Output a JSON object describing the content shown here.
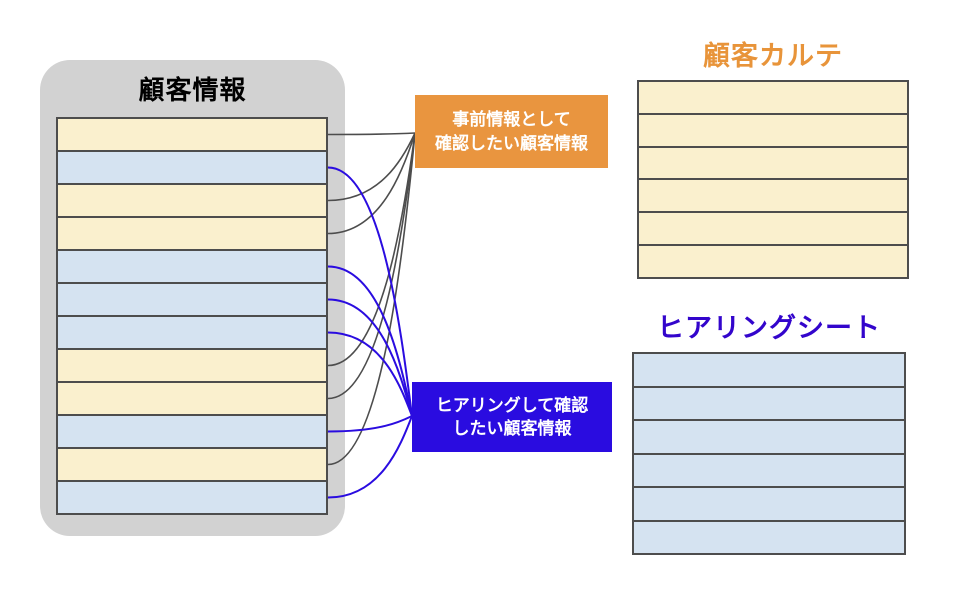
{
  "source_panel": {
    "title": "顧客情報",
    "rows": [
      "yellow",
      "blue",
      "yellow",
      "yellow",
      "blue",
      "blue",
      "blue",
      "yellow",
      "yellow",
      "blue",
      "yellow",
      "blue"
    ]
  },
  "flow_labels": {
    "prior_info": {
      "line1": "事前情報として",
      "line2": "確認したい顧客情報",
      "bg_color": "#e9953f"
    },
    "hearing_info": {
      "line1": "ヒアリングして確認",
      "line2": "したい顧客情報",
      "bg_color": "#2a0ce0"
    }
  },
  "outputs": {
    "karte": {
      "title": "顧客カルテ",
      "row_count": 6,
      "row_color": "#faf0ce",
      "title_color": "#e8943a"
    },
    "hearing_sheet": {
      "title": "ヒアリングシート",
      "row_count": 6,
      "row_color": "#d5e3f1",
      "title_color": "#3305cc"
    }
  },
  "connections": {
    "to_karte_row_indices": [
      0,
      2,
      3,
      7,
      8,
      10
    ],
    "to_hearing_sheet_row_indices": [
      1,
      4,
      5,
      6,
      9,
      11
    ],
    "karte_link_color": "#4d4d4d",
    "hearing_link_color": "#2a0ce0"
  },
  "colors": {
    "background": "#ffffff",
    "panel_bg": "#d2d2d2",
    "row_yellow": "#faf0ce",
    "row_blue": "#d5e3f1",
    "border": "#4d4d4d"
  }
}
